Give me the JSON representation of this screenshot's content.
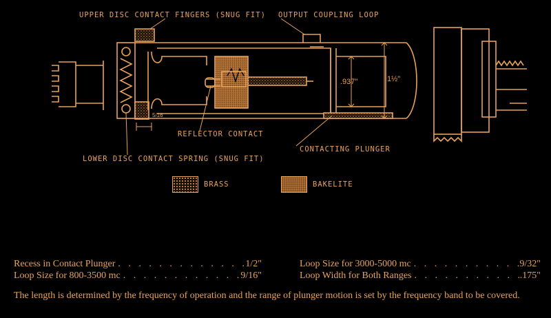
{
  "diagram": {
    "callouts": {
      "upper_fingers": "UPPER DISC CONTACT FINGERS (SNUG FIT)",
      "output_loop": "OUTPUT COUPLING LOOP",
      "reflector": "REFLECTOR CONTACT",
      "lower_spring": "LOWER DISC CONTACT SPRING (SNUG FIT)",
      "plunger": "CONTACTING PLUNGER"
    },
    "dimensions": {
      "inner_dia": ".937\"",
      "outer_dia": "1½\"",
      "gap": "5/16"
    }
  },
  "legend": [
    {
      "label": "BRASS",
      "pattern": "brass"
    },
    {
      "label": "BAKELITE",
      "pattern": "bakelite"
    }
  ],
  "specs": {
    "left": [
      {
        "name": "Recess in Contact Plunger",
        "value": "1/2\""
      },
      {
        "name": "Loop Size for 800-3500 mc",
        "value": "9/16\""
      }
    ],
    "right": [
      {
        "name": "Loop Size for 3000-5000 mc",
        "value": "9/32\""
      },
      {
        "name": "Loop Width for Both Ranges",
        "value": ".175\""
      }
    ]
  },
  "footnote": "The length is determined by the frequency of operation and the range of plunger motion is set by the frequency band to be covered.",
  "colors": {
    "ink": "#e8a35a",
    "background": "#000000"
  }
}
